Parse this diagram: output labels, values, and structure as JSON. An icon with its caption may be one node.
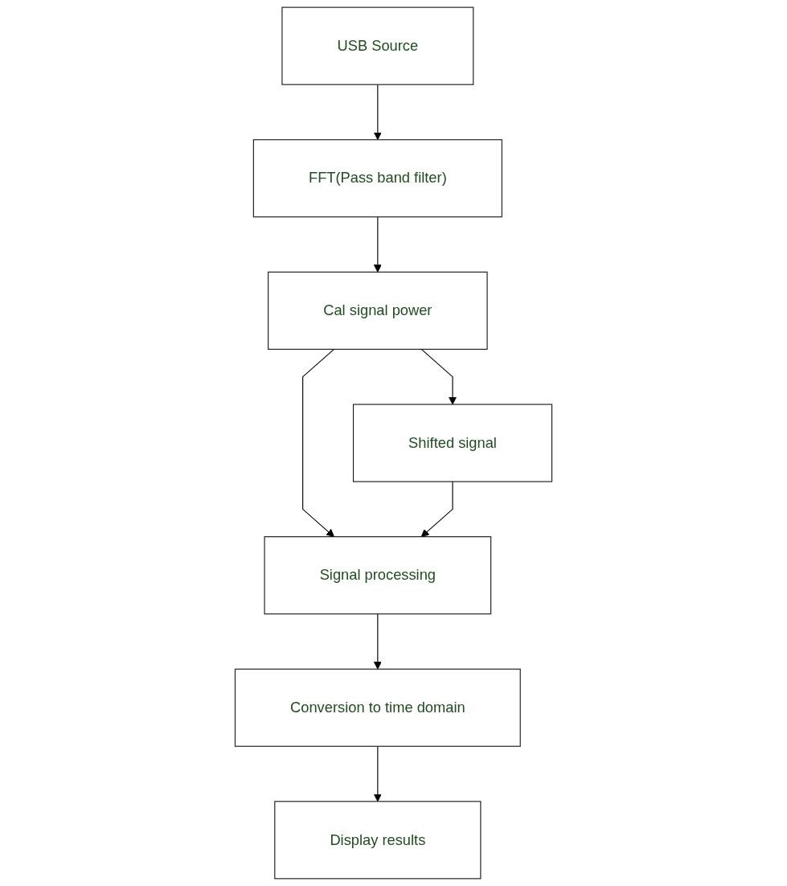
{
  "diagram": {
    "nodes": [
      {
        "text": [
          "USB Source"
        ]
      },
      {
        "text": [
          "FFT(Pass band filter)"
        ]
      },
      {
        "text": [
          "Cal signal power"
        ]
      },
      {
        "text": [
          "Signal processing"
        ]
      },
      {
        "text": [
          "Shifted signal"
        ]
      },
      {
        "text": [
          "Conversion to time domain"
        ]
      },
      {
        "text": [
          "Display results"
        ]
      }
    ],
    "edges": [
      {
        "from": 0,
        "to": 1,
        "arrow": "to"
      },
      {
        "from": 1,
        "to": 2,
        "arrow": "to"
      },
      {
        "from": 2,
        "to": 3,
        "arrow": "to"
      },
      {
        "from": 2,
        "to": 4,
        "arrow": "to"
      },
      {
        "from": 4,
        "to": 3,
        "arrow": "to"
      },
      {
        "from": 3,
        "to": 5,
        "arrow": "to"
      },
      {
        "from": 5,
        "to": 6,
        "arrow": "to"
      }
    ]
  }
}
